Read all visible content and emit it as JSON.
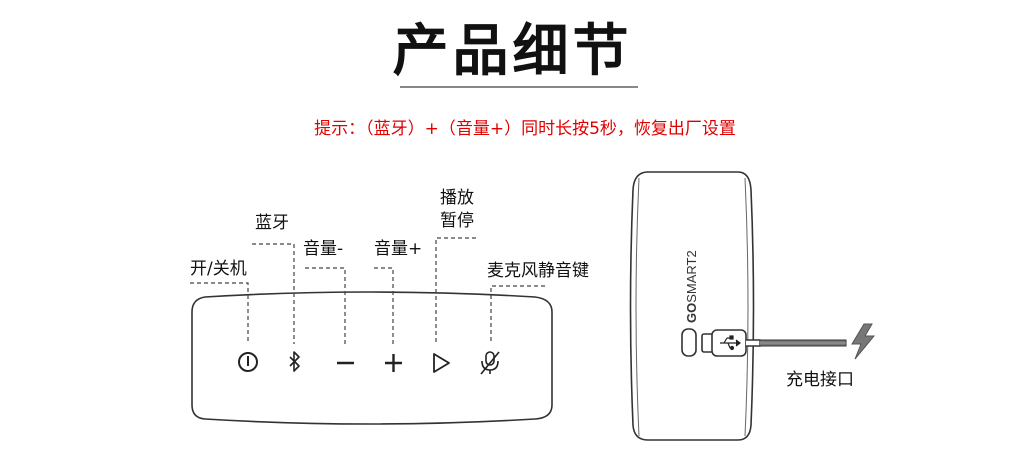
{
  "title": "产品细节",
  "hint": "提示：（蓝牙）+（音量+）同时长按5秒，恢复出厂设置",
  "labels": {
    "power": "开/关机",
    "bluetooth": "蓝牙",
    "volume_down": "音量-",
    "volume_up": "音量+",
    "play_line1": "播放",
    "play_line2": "暂停",
    "mic_mute": "麦克风静音键",
    "charging": "充电接口"
  },
  "brand": {
    "logo": "GOSMART2"
  },
  "icons": [
    "power-icon",
    "bluetooth-icon",
    "minus-icon",
    "plus-icon",
    "play-icon",
    "mic-mute-icon",
    "usb-icon",
    "lightning-icon"
  ]
}
